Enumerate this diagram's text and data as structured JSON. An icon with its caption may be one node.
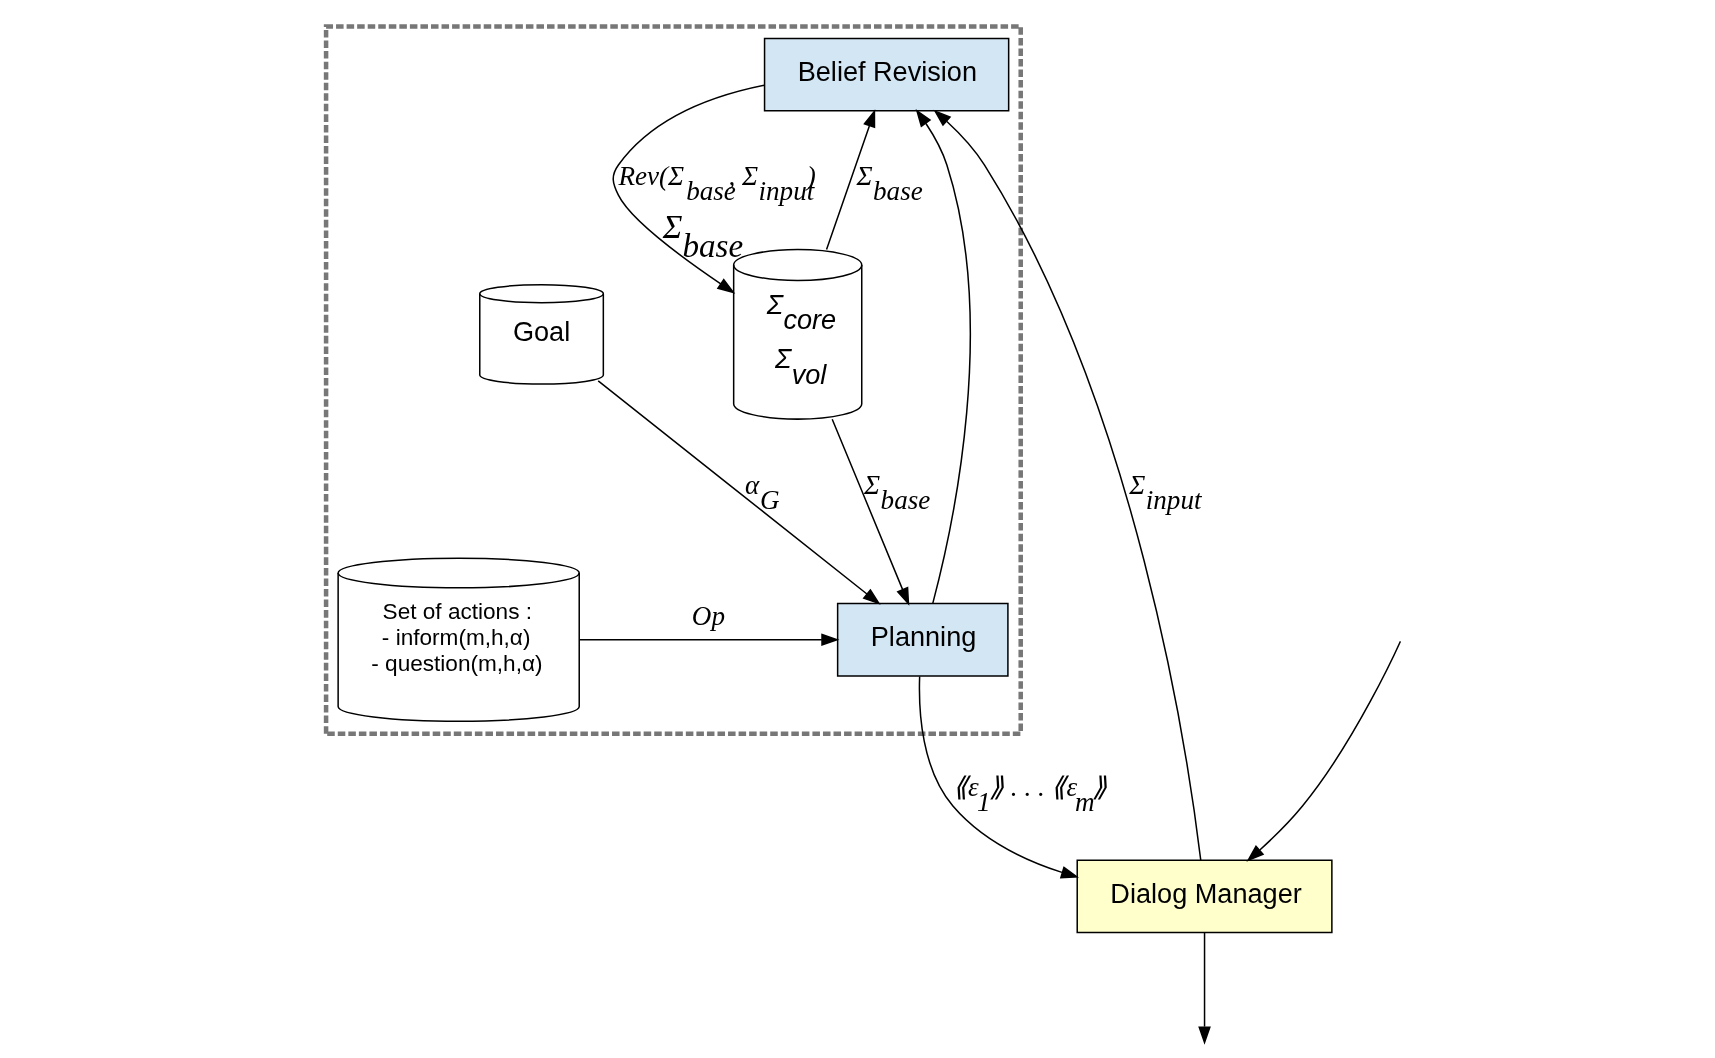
{
  "diagram": {
    "nodes": [
      {
        "text": [],
        "shape": "box"
      },
      {
        "text": [
          "Belief Revision"
        ],
        "in": 0
      },
      {
        "text": [
          "Dialog Manager"
        ]
      },
      {
        "text": [
          "Σ$_{core}$",
          "Σ$_{vol}$"
        ],
        "in": 0,
        "beside": [
          "Σ$_{base}$"
        ]
      },
      {
        "text": [
          "Planning"
        ],
        "in": 0
      },
      {
        "text": [
          "Set of actions :",
          "- inform(m,h,α)",
          "- question(m,h,α)"
        ],
        "in": 0
      },
      {
        "text": [
          "Goal"
        ],
        "in": 0
      }
    ],
    "edges": [
      {
        "from": 2,
        "to": 1,
        "arrow": "to",
        "label": "Σ$_{input}$"
      },
      {
        "from": 3,
        "to": 1,
        "arrow": "to",
        "label": "Σ$_{base}$"
      },
      {
        "from": 1,
        "to": 3,
        "arrow": "to",
        "label": "Rev(Σ$_{base}$, Σ$_{input}$)"
      },
      {
        "from": 3,
        "to": 4,
        "arrow": "to",
        "label": "Σ$_{base}$"
      },
      {
        "from": 5,
        "to": 4,
        "arrow": "to",
        "label": "Op"
      },
      {
        "from": 6,
        "to": 4,
        "arrow": "to",
        "label": "α$_{G}$"
      },
      {
        "from": 4,
        "to": 2,
        "arrow": "to",
        "label": "⟪ε$_{1}$⟫ . . . ⟪ε$_{m}$⟫"
      },
      {
        "from": 4,
        "to": 1,
        "arrow": "to"
      },
      {
        "from": null,
        "to": 2,
        "arrow": "to"
      },
      {
        "from": 2,
        "to": null,
        "arrow": "to"
      }
    ]
  }
}
